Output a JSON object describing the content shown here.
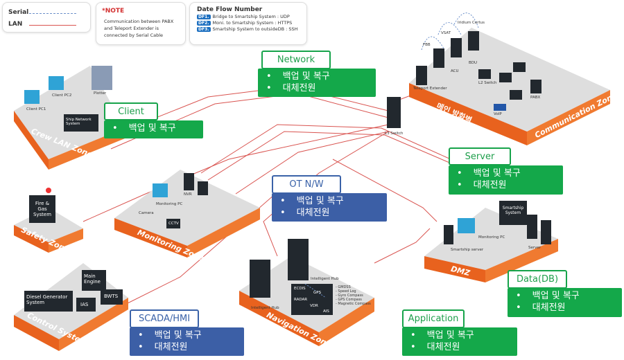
{
  "legend": {
    "serial_label": "Serial",
    "lan_label": "LAN",
    "serial_color": "#6b8fc9",
    "lan_color": "#d9534f"
  },
  "note": {
    "title": "*NOTE",
    "text": "Communication between PABX and Teleport Extender is connected by Serial Cable"
  },
  "data_flow": {
    "title": "Date Flow Number",
    "items": [
      {
        "tag": "DF1.",
        "text": "Bridge to Smartship System : UDP"
      },
      {
        "tag": "DF2.",
        "text": "Moni. to Smartship System : HTTPS"
      },
      {
        "tag": "DF3.",
        "text": "Smartship System to outsideDB : SSH"
      }
    ]
  },
  "zones": {
    "crew_lan": "Crew LAN Zone",
    "communication": "Communication Zone",
    "main_firewall": "메인 방화벽",
    "monitoring": "Monitoring Zone",
    "safety": "Safety Zone",
    "control": "Control Systems Zone",
    "navigation": "Navigation Zone",
    "dmz": "DMZ"
  },
  "devices": {
    "client_pc1": "Client PC1",
    "client_pc2": "Client PC2",
    "plotter": "Plotter",
    "ship_network": "Ship Network System",
    "fbb": "FBB",
    "vsat": "VSAT",
    "iridium": "Iridium Certus",
    "teleport": "Teleport Extender",
    "acu": "ACU",
    "bdu": "BDU",
    "l2_switch": "L2 Switch",
    "voip": "VoIP",
    "pabx": "PABX",
    "l3_switch": "L3 Switch",
    "camera": "Camera",
    "monitoring_pc": "Monitoring PC",
    "nvr": "NVR",
    "cctv": "CCTV",
    "fire_gas": "Fire & Gas System",
    "diesel": "Diesel Generator System",
    "main_engine": "Main Engine",
    "ias": "IAS",
    "bwts": "BWTS",
    "intelligent_hub": "Intelligent Hub",
    "ecdis": "ECDIS",
    "gps": "GPS",
    "radar": "RADAR",
    "vdr": "VDR",
    "ais": "AIS",
    "nav_sensors": [
      "- GMDSS",
      "- Speed Log",
      "- Gyro Compass",
      "- GPS Compass",
      "- Magnetic Compass"
    ],
    "smartship_system": "Smartship System",
    "smartship_server": "Smartship server",
    "server": "Server"
  },
  "callouts": {
    "network": {
      "title": "Network",
      "items": [
        "백업 및 복구",
        "대체전원"
      ],
      "color": "#14a84a"
    },
    "client": {
      "title": "Client",
      "items": [
        "백업 및 복구"
      ],
      "color": "#14a84a"
    },
    "server": {
      "title": "Server",
      "items": [
        "백업 및 복구",
        "대체전원"
      ],
      "color": "#14a84a"
    },
    "ot_nw": {
      "title": "OT N/W",
      "items": [
        "백업 및 복구",
        "대체전원"
      ],
      "color": "#3c5fa6"
    },
    "data_db": {
      "title": "Data(DB)",
      "items": [
        "백업 및 복구",
        "대체전원"
      ],
      "color": "#14a84a"
    },
    "scada": {
      "title": "SCADA/HMI",
      "items": [
        "백업 및 복구",
        "대체전원"
      ],
      "color": "#3c5fa6"
    },
    "application": {
      "title": "Application",
      "items": [
        "백업 및 복구",
        "대체전원"
      ],
      "color": "#14a84a"
    }
  }
}
